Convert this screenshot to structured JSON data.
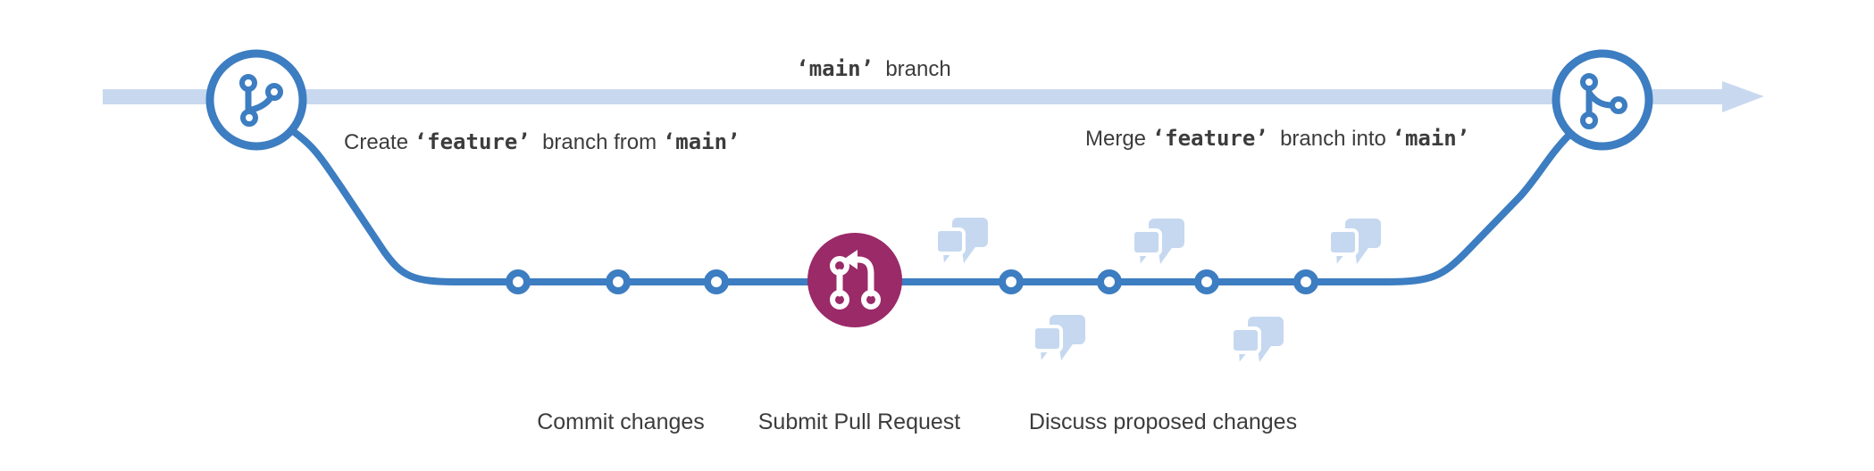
{
  "title": "GitHub flow branching diagram",
  "colors": {
    "branch_blue": "#3d7dc1",
    "main_band_blue": "#c8d9ef",
    "bubble_blue": "#c5d8f0",
    "pr_magenta": "#9b2a68",
    "text_dark": "#3c3c3c",
    "node_fill": "#ffffff"
  },
  "labels": {
    "main_branch": {
      "code": "‘main’",
      "rest": "  branch"
    },
    "create_branch": {
      "prefix": "Create ",
      "code_feature": "‘feature’",
      "middle": "  branch from ",
      "code_main": "‘main’"
    },
    "merge_branch": {
      "prefix": "Merge ",
      "code_feature": "‘feature’",
      "middle": "  branch into ",
      "code_main": "‘main’"
    },
    "commit_caption": "Commit changes",
    "pull_request_caption": "Submit Pull Request",
    "discuss_caption": "Discuss proposed changes"
  },
  "icons": {
    "left_node": "git-branch-icon",
    "right_node": "git-merge-icon",
    "pull_request": "git-pull-request-icon",
    "discussion": "speech-bubbles-icon",
    "main_arrow": "arrowhead-icon"
  }
}
